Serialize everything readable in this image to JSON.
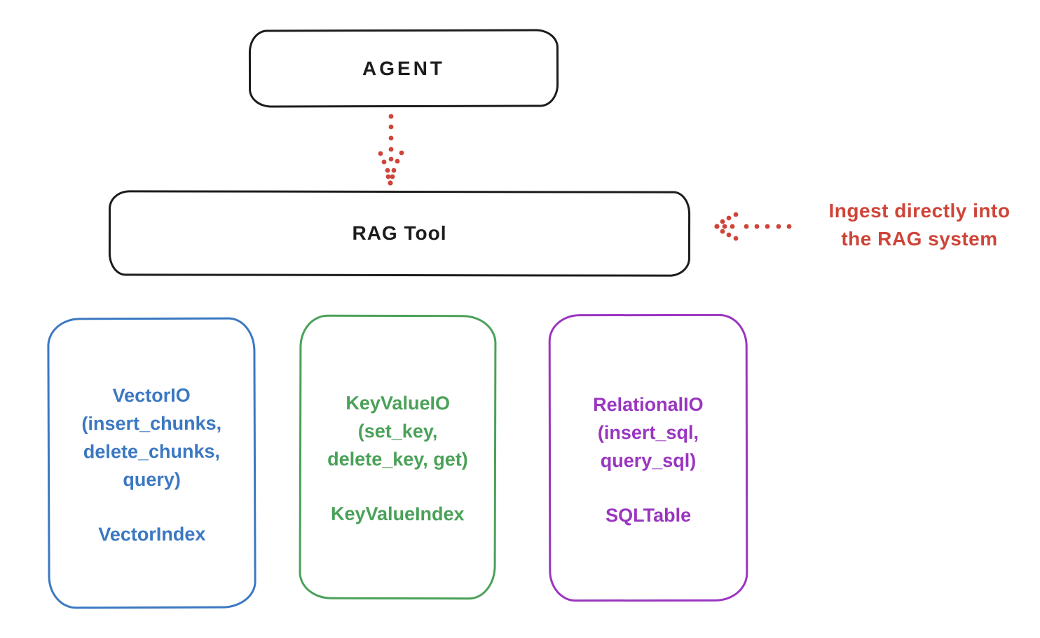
{
  "colors": {
    "ink": "#1c1c1c",
    "red": "#cf4438",
    "blue": "#3b78c2",
    "green": "#4aa158",
    "purple": "#9a35c0",
    "background": "#ffffff"
  },
  "agent_box": {
    "label": "AGENT"
  },
  "rag_tool_box": {
    "label": "RAG Tool"
  },
  "annotation": {
    "line1": "Ingest directly into",
    "line2": "the RAG system"
  },
  "arrows": {
    "agent_to_rag": "dotted-down-arrow",
    "ingest_to_rag": "dotted-left-arrow"
  },
  "storage_boxes": {
    "vector": {
      "color": "#3b78c2",
      "lines": [
        "VectorIO",
        "(insert_chunks,",
        "delete_chunks,",
        "query)"
      ],
      "index_label": "VectorIndex"
    },
    "keyvalue": {
      "color": "#4aa158",
      "lines": [
        "KeyValueIO",
        "(set_key,",
        "delete_key, get)"
      ],
      "index_label": "KeyValueIndex"
    },
    "relational": {
      "color": "#9a35c0",
      "lines": [
        "RelationalIO",
        "(insert_sql,",
        "query_sql)"
      ],
      "index_label": "SQLTable"
    }
  }
}
